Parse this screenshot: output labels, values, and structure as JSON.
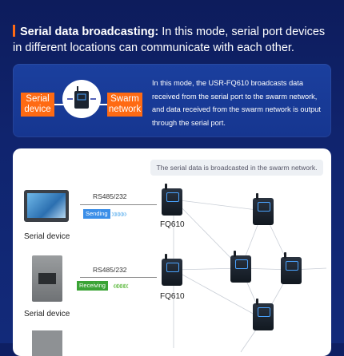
{
  "heading": {
    "bold": "Serial data broadcasting:",
    "rest": " In this mode, serial port devices in different locations can communicate with each other."
  },
  "panel": {
    "left_tag": "Serial device",
    "right_tag": "Swarm network",
    "description": "In this mode, the USR-FQ610 broadcasts data received from the serial port to the swarm network, and data received from the swarm network is output through the serial port."
  },
  "diagram": {
    "caption": "The serial data is broadcasted in the swarm network.",
    "rows": [
      {
        "device_label": "Serial device",
        "protocol": "RS485/232",
        "direction": "Sending",
        "node_label": "FQ610"
      },
      {
        "device_label": "Serial device",
        "protocol": "RS485/232",
        "direction": "Receiving",
        "node_label": "FQ610"
      }
    ]
  },
  "colors": {
    "accent": "#ff6a13",
    "background": "#0e1f63",
    "sending": "#3a8ee8",
    "receiving": "#3aa335"
  }
}
